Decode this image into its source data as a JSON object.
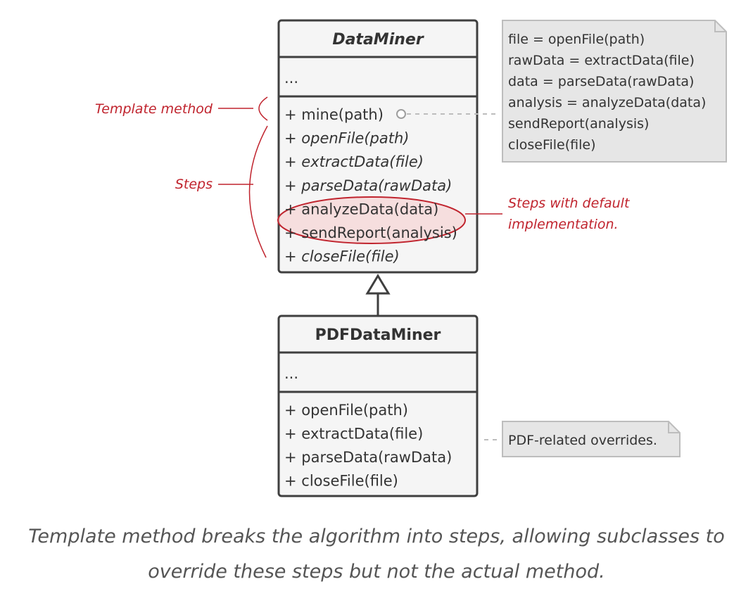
{
  "data_miner": {
    "name": "DataMiner",
    "fields": "...",
    "methods": [
      {
        "text": "+ mine(path)",
        "italic": false
      },
      {
        "text": "+ openFile(path)",
        "italic": true
      },
      {
        "text": "+ extractData(file)",
        "italic": true
      },
      {
        "text": "+ parseData(rawData)",
        "italic": true
      },
      {
        "text": "+ analyzeData(data)",
        "italic": false
      },
      {
        "text": "+ sendReport(analysis)",
        "italic": false
      },
      {
        "text": "+ closeFile(file)",
        "italic": true
      }
    ]
  },
  "pdf_data_miner": {
    "name": "PDFDataMiner",
    "fields": "...",
    "methods": [
      {
        "text": "+ openFile(path)",
        "italic": false
      },
      {
        "text": "+ extractData(file)",
        "italic": false
      },
      {
        "text": "+ parseData(rawData)",
        "italic": false
      },
      {
        "text": "+ closeFile(file)",
        "italic": false
      }
    ]
  },
  "mine_note": {
    "lines": [
      "file = openFile(path)",
      "rawData = extractData(file)",
      "data = parseData(rawData)",
      "analysis = analyzeData(data)",
      "sendReport(analysis)",
      "closeFile(file)"
    ]
  },
  "pdf_note": {
    "text": "PDF-related overrides."
  },
  "annotations": {
    "template_method": "Template method",
    "steps": "Steps",
    "defaults_line1": "Steps with default",
    "defaults_line2": "implementation."
  },
  "caption": {
    "line1": "Template method breaks the algorithm into steps, allowing subclasses to",
    "line2": "override these steps but not the actual method."
  },
  "colors": {
    "accent": "#c0242e",
    "box_border": "#3f3f3f",
    "box_fill": "#f5f5f5",
    "note_fill": "#e6e6e6",
    "highlight_fill": "#f6d6d6"
  }
}
